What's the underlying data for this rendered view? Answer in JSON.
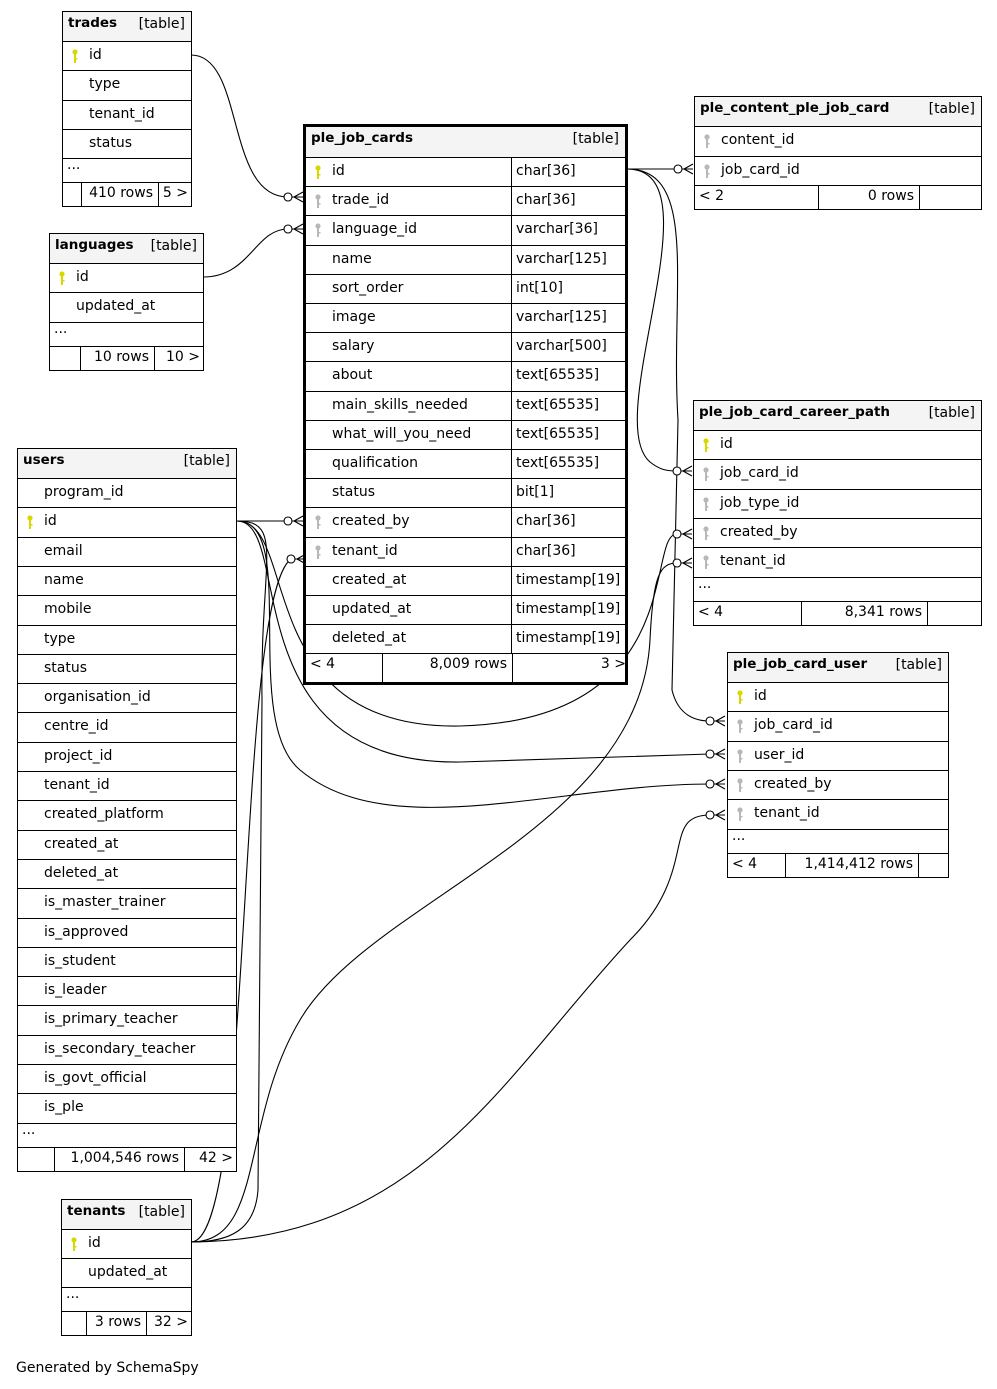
{
  "tables": [
    {
      "id": "trades",
      "name": "trades",
      "tag": "[table]",
      "columns": [
        {
          "name": "id",
          "key": "pk"
        },
        {
          "name": "type"
        },
        {
          "name": "tenant_id"
        },
        {
          "name": "status"
        }
      ],
      "more": "...",
      "footer": [
        "",
        "410 rows",
        "5 >"
      ]
    },
    {
      "id": "languages",
      "name": "languages",
      "tag": "[table]",
      "columns": [
        {
          "name": "id",
          "key": "pk"
        },
        {
          "name": "updated_at"
        }
      ],
      "more": "...",
      "footer": [
        "",
        "10 rows",
        "10 >"
      ]
    },
    {
      "id": "ple_job_cards",
      "name": "ple_job_cards",
      "tag": "[table]",
      "columns": [
        {
          "name": "id",
          "key": "pk",
          "type": "char[36]"
        },
        {
          "name": "trade_id",
          "key": "fk",
          "type": "char[36]"
        },
        {
          "name": "language_id",
          "key": "fk",
          "type": "varchar[36]"
        },
        {
          "name": "name",
          "type": "varchar[125]"
        },
        {
          "name": "sort_order",
          "type": "int[10]"
        },
        {
          "name": "image",
          "type": "varchar[125]"
        },
        {
          "name": "salary",
          "type": "varchar[500]"
        },
        {
          "name": "about",
          "type": "text[65535]"
        },
        {
          "name": "main_skills_needed",
          "type": "text[65535]"
        },
        {
          "name": "what_will_you_need",
          "type": "text[65535]"
        },
        {
          "name": "qualification",
          "type": "text[65535]"
        },
        {
          "name": "status",
          "type": "bit[1]"
        },
        {
          "name": "created_by",
          "key": "fk",
          "type": "char[36]"
        },
        {
          "name": "tenant_id",
          "key": "fk",
          "type": "char[36]"
        },
        {
          "name": "created_at",
          "type": "timestamp[19]"
        },
        {
          "name": "updated_at",
          "type": "timestamp[19]"
        },
        {
          "name": "deleted_at",
          "type": "timestamp[19]"
        }
      ],
      "footer": [
        "< 4",
        "8,009 rows",
        "3 >"
      ]
    },
    {
      "id": "ple_content_ple_job_card",
      "name": "ple_content_ple_job_card",
      "tag": "[table]",
      "columns": [
        {
          "name": "content_id",
          "key": "fk"
        },
        {
          "name": "job_card_id",
          "key": "fk"
        }
      ],
      "footer": [
        "< 2",
        "0 rows",
        ""
      ]
    },
    {
      "id": "ple_job_card_career_path",
      "name": "ple_job_card_career_path",
      "tag": "[table]",
      "columns": [
        {
          "name": "id",
          "key": "pk"
        },
        {
          "name": "job_card_id",
          "key": "fk"
        },
        {
          "name": "job_type_id",
          "key": "fk"
        },
        {
          "name": "created_by",
          "key": "fk"
        },
        {
          "name": "tenant_id",
          "key": "fk"
        }
      ],
      "more": "...",
      "footer": [
        "< 4",
        "8,341 rows",
        ""
      ]
    },
    {
      "id": "ple_job_card_user",
      "name": "ple_job_card_user",
      "tag": "[table]",
      "columns": [
        {
          "name": "id",
          "key": "pk"
        },
        {
          "name": "job_card_id",
          "key": "fk"
        },
        {
          "name": "user_id",
          "key": "fk"
        },
        {
          "name": "created_by",
          "key": "fk"
        },
        {
          "name": "tenant_id",
          "key": "fk"
        }
      ],
      "more": "...",
      "footer": [
        "< 4",
        "1,414,412 rows",
        ""
      ]
    },
    {
      "id": "users",
      "name": "users",
      "tag": "[table]",
      "columns": [
        {
          "name": "program_id"
        },
        {
          "name": "id",
          "key": "pk"
        },
        {
          "name": "email"
        },
        {
          "name": "name"
        },
        {
          "name": "mobile"
        },
        {
          "name": "type"
        },
        {
          "name": "status"
        },
        {
          "name": "organisation_id"
        },
        {
          "name": "centre_id"
        },
        {
          "name": "project_id"
        },
        {
          "name": "tenant_id"
        },
        {
          "name": "created_platform"
        },
        {
          "name": "created_at"
        },
        {
          "name": "deleted_at"
        },
        {
          "name": "is_master_trainer"
        },
        {
          "name": "is_approved"
        },
        {
          "name": "is_student"
        },
        {
          "name": "is_leader"
        },
        {
          "name": "is_primary_teacher"
        },
        {
          "name": "is_secondary_teacher"
        },
        {
          "name": "is_govt_official"
        },
        {
          "name": "is_ple"
        }
      ],
      "more": "...",
      "footer": [
        "",
        "1,004,546 rows",
        "42 >"
      ]
    },
    {
      "id": "tenants",
      "name": "tenants",
      "tag": "[table]",
      "columns": [
        {
          "name": "id",
          "key": "pk"
        },
        {
          "name": "updated_at"
        }
      ],
      "more": "...",
      "footer": [
        "",
        "3 rows",
        "32 >"
      ]
    }
  ],
  "colors": {
    "pk_key": "#d8d800",
    "fk_key": "#b8b8b8",
    "header_bg": "#f4f4f4"
  },
  "footer_text": "Generated by SchemaSpy"
}
